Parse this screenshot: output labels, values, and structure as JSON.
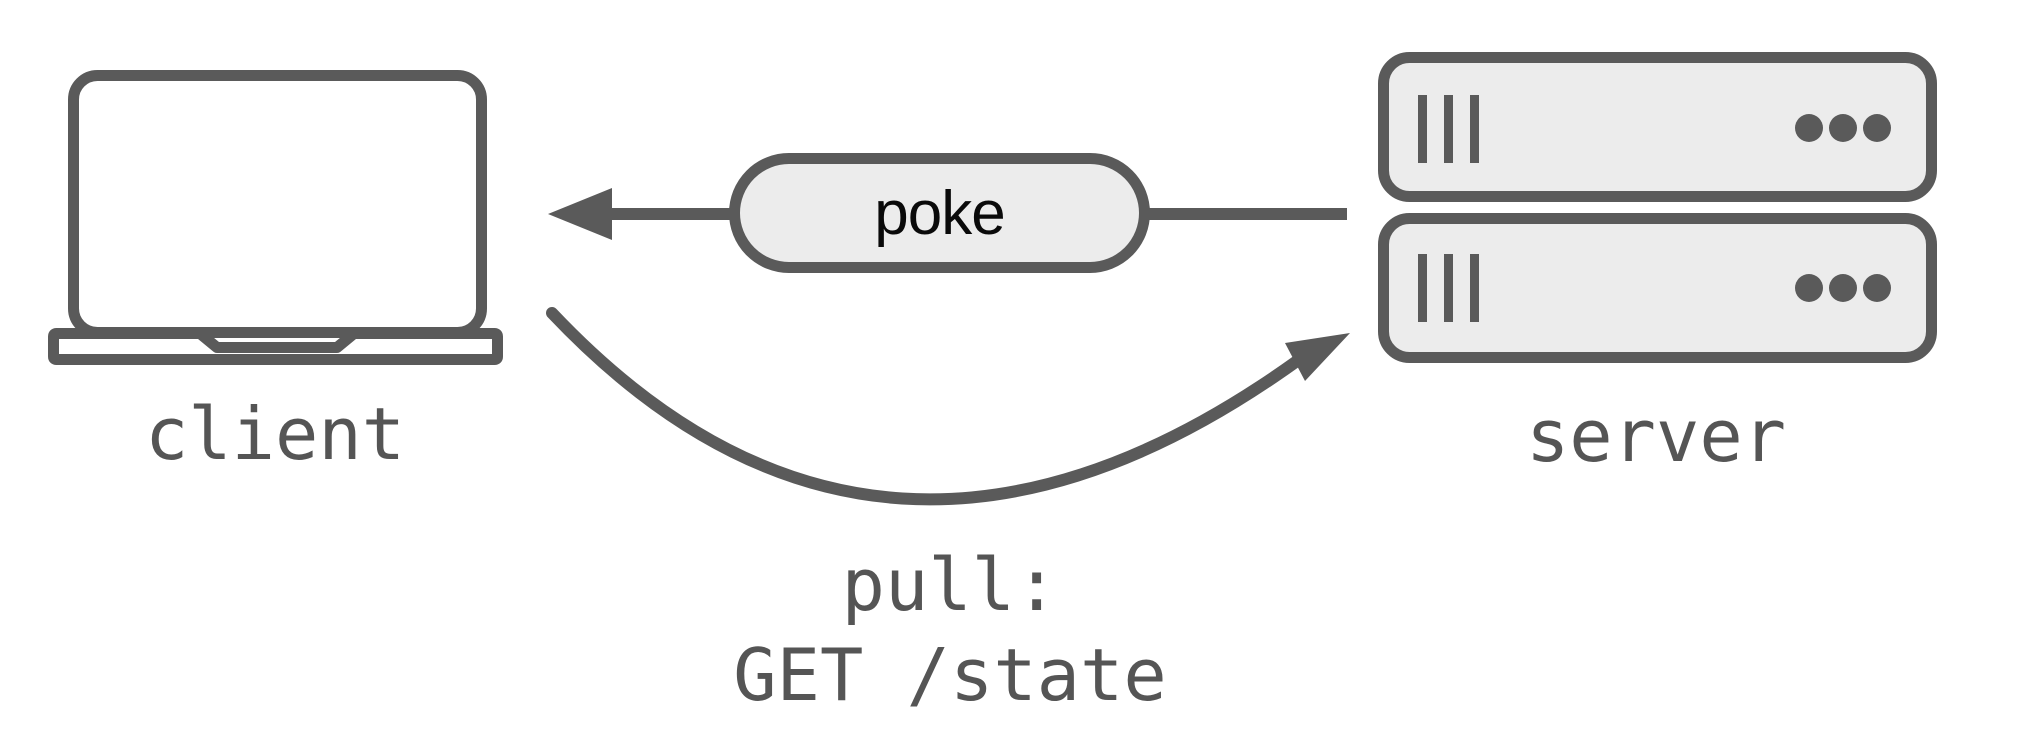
{
  "diagram": {
    "colors": {
      "stroke": "#5a5a5a",
      "node_fill": "#ececec",
      "label_text": "#555555",
      "poke_text": "#0a0a0a",
      "background": "#ffffff"
    },
    "nodes": [
      {
        "id": "client",
        "label": "client",
        "icon": "laptop-icon"
      },
      {
        "id": "server",
        "label": "server",
        "icon": "server-rack-icon"
      }
    ],
    "edges": [
      {
        "id": "poke",
        "label": "poke",
        "from": "server",
        "to": "client",
        "style": "straight-arrow-left"
      },
      {
        "id": "pull",
        "label_lines": [
          "pull:",
          "GET /state"
        ],
        "from": "client",
        "to": "server",
        "style": "curved-arrow-right"
      }
    ]
  }
}
